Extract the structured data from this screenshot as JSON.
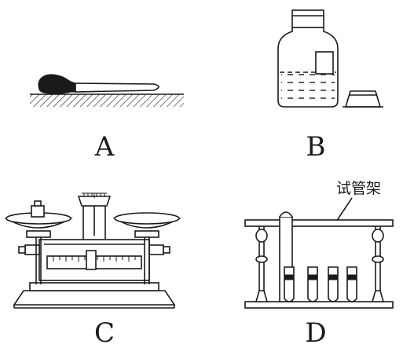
{
  "figures": [
    {
      "letter": "A",
      "subject": "dropper-on-table"
    },
    {
      "letter": "B",
      "subject": "reagent-bottle-with-stopper"
    },
    {
      "letter": "C",
      "subject": "balance-scale"
    },
    {
      "letter": "D",
      "subject": "test-tube-rack"
    }
  ],
  "callout": {
    "label": "试管架"
  }
}
